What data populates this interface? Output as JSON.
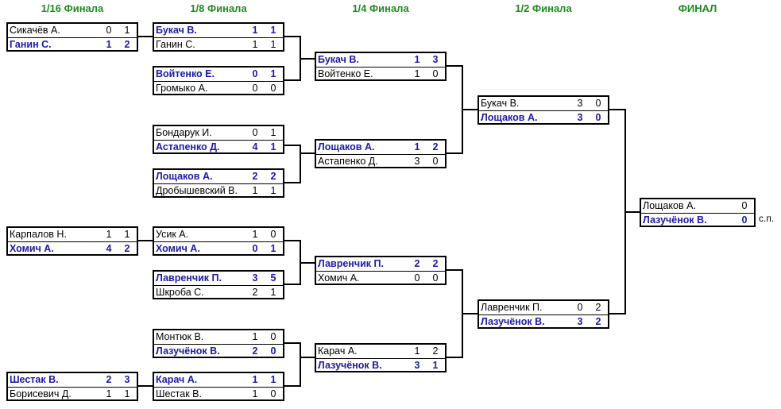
{
  "rounds": [
    "1/16 Финала",
    "1/8 Финала",
    "1/4 Финала",
    "1/2 Финала",
    "ФИНАЛ"
  ],
  "matches": {
    "r16_1": {
      "p1": {
        "name": "Сикачёв А.",
        "s1": "0",
        "s2": "1"
      },
      "p2": {
        "name": "Ганин С.",
        "s1": "1",
        "s2": "2"
      }
    },
    "r16_2": {
      "p1": {
        "name": "Карпалов Н.",
        "s1": "1",
        "s2": "1"
      },
      "p2": {
        "name": "Хомич А.",
        "s1": "4",
        "s2": "2"
      }
    },
    "r16_3": {
      "p1": {
        "name": "Шестак В.",
        "s1": "2",
        "s2": "3"
      },
      "p2": {
        "name": "Борисевич Д.",
        "s1": "1",
        "s2": "1"
      }
    },
    "r8_1": {
      "p1": {
        "name": "Букач В.",
        "s1": "1",
        "s2": "1"
      },
      "p2": {
        "name": "Ганин С.",
        "s1": "1",
        "s2": "1"
      }
    },
    "r8_2": {
      "p1": {
        "name": "Войтенко Е.",
        "s1": "0",
        "s2": "1"
      },
      "p2": {
        "name": "Громыко А.",
        "s1": "0",
        "s2": "0"
      }
    },
    "r8_3": {
      "p1": {
        "name": "Бондарук И.",
        "s1": "0",
        "s2": "1"
      },
      "p2": {
        "name": "Астапенко Д.",
        "s1": "4",
        "s2": "1"
      }
    },
    "r8_4": {
      "p1": {
        "name": "Лощаков А.",
        "s1": "2",
        "s2": "2"
      },
      "p2": {
        "name": "Дробышевский В.",
        "s1": "1",
        "s2": "1"
      }
    },
    "r8_5": {
      "p1": {
        "name": "Усик А.",
        "s1": "1",
        "s2": "0"
      },
      "p2": {
        "name": "Хомич А.",
        "s1": "0",
        "s2": "1"
      }
    },
    "r8_6": {
      "p1": {
        "name": "Лавренчик П.",
        "s1": "3",
        "s2": "5"
      },
      "p2": {
        "name": "Шкроба С.",
        "s1": "2",
        "s2": "1"
      }
    },
    "r8_7": {
      "p1": {
        "name": "Монтюк В.",
        "s1": "1",
        "s2": "0"
      },
      "p2": {
        "name": "Лазучёнок В.",
        "s1": "2",
        "s2": "0"
      }
    },
    "r8_8": {
      "p1": {
        "name": "Карач А.",
        "s1": "1",
        "s2": "1"
      },
      "p2": {
        "name": "Шестак В.",
        "s1": "1",
        "s2": "0"
      }
    },
    "qf_1": {
      "p1": {
        "name": "Букач В.",
        "s1": "1",
        "s2": "3"
      },
      "p2": {
        "name": "Войтенко Е.",
        "s1": "1",
        "s2": "0"
      }
    },
    "qf_2": {
      "p1": {
        "name": "Лощаков А.",
        "s1": "1",
        "s2": "2"
      },
      "p2": {
        "name": "Астапенко Д.",
        "s1": "3",
        "s2": "0"
      }
    },
    "qf_3": {
      "p1": {
        "name": "Лавренчик П.",
        "s1": "2",
        "s2": "2"
      },
      "p2": {
        "name": "Хомич А.",
        "s1": "0",
        "s2": "0"
      }
    },
    "qf_4": {
      "p1": {
        "name": "Карач А.",
        "s1": "1",
        "s2": "2"
      },
      "p2": {
        "name": "Лазучёнок В.",
        "s1": "3",
        "s2": "1"
      }
    },
    "sf_1": {
      "p1": {
        "name": "Букач В.",
        "s1": "3",
        "s2": "0"
      },
      "p2": {
        "name": "Лощаков А.",
        "s1": "3",
        "s2": "0"
      }
    },
    "sf_2": {
      "p1": {
        "name": "Лавренчик П.",
        "s1": "0",
        "s2": "2"
      },
      "p2": {
        "name": "Лазучёнок В.",
        "s1": "3",
        "s2": "2"
      }
    },
    "final": {
      "p1": {
        "name": "Лощаков А.",
        "s1": "",
        "s2": "0"
      },
      "p2": {
        "name": "Лазучёнок В.",
        "s1": "",
        "s2": "0"
      },
      "note": "с.п."
    }
  },
  "colors": {
    "header": "#1f8a1f",
    "winner": "#1a1aa8",
    "line": "#000000"
  }
}
